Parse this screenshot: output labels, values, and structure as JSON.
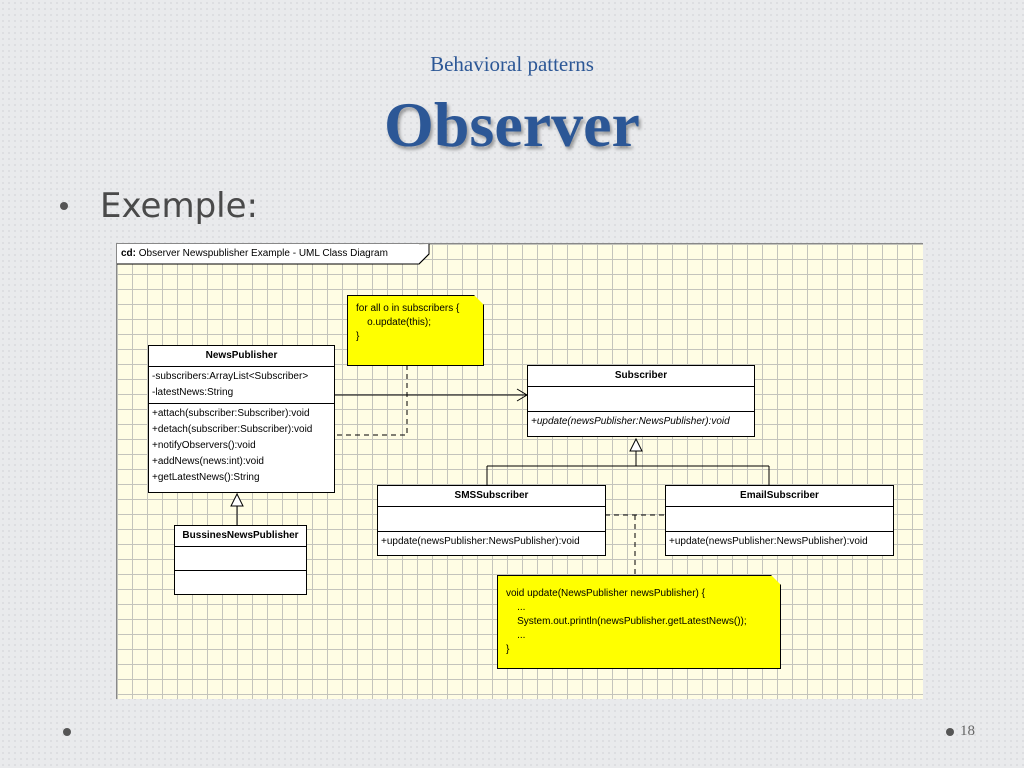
{
  "slide": {
    "subtitle": "Behavioral patterns",
    "title": "Observer",
    "bullet": "Exemple:",
    "page_number": "18"
  },
  "diagram": {
    "frame_prefix": "cd:",
    "frame_title": "Observer Newspublisher Example - UML Class Diagram",
    "note_top": [
      "for all o in subscribers {",
      "    o.update(this);",
      "}"
    ],
    "note_bottom": [
      "void update(NewsPublisher newsPublisher) {",
      "    ...",
      "    System.out.println(newsPublisher.getLatestNews());",
      "    ...",
      "}"
    ],
    "news_publisher": {
      "name": "NewsPublisher",
      "attributes": [
        "-subscribers:ArrayList<Subscriber>",
        "-latestNews:String"
      ],
      "operations": [
        "+attach(subscriber:Subscriber):void",
        "+detach(subscriber:Subscriber):void",
        "+notifyObservers():void",
        "+addNews(news:int):void",
        "+getLatestNews():String"
      ]
    },
    "business_publisher": {
      "name": "BussinesNewsPublisher"
    },
    "subscriber": {
      "name": "Subscriber",
      "operations": [
        "+update(newsPublisher:NewsPublisher):void"
      ]
    },
    "sms_subscriber": {
      "name": "SMSSubscriber",
      "operations": [
        "+update(newsPublisher:NewsPublisher):void"
      ]
    },
    "email_subscriber": {
      "name": "EmailSubscriber",
      "operations": [
        "+update(newsPublisher:NewsPublisher):void"
      ]
    }
  }
}
